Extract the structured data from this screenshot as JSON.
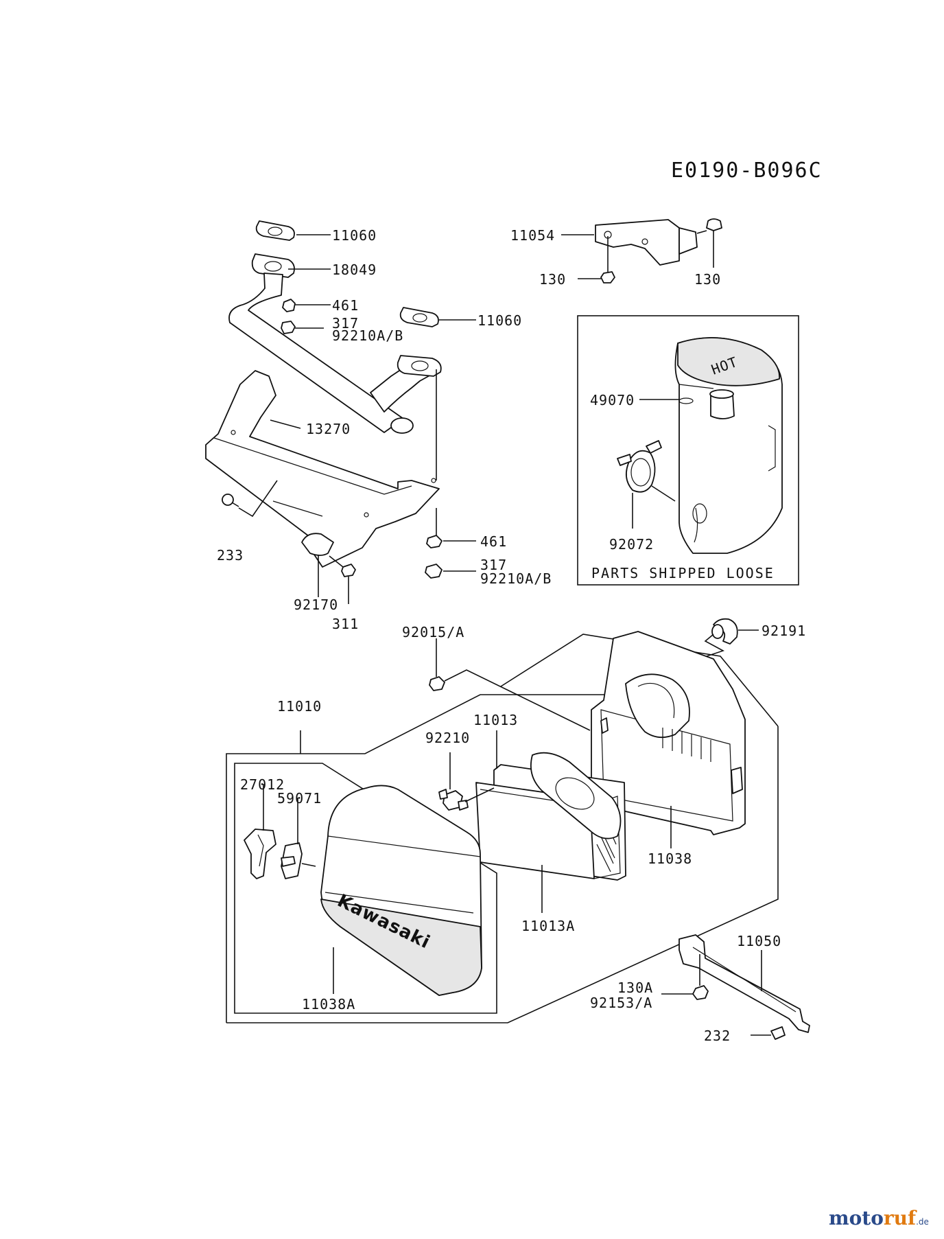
{
  "diagram_code": "E0190-B096C",
  "parts_box_caption": "PARTS SHIPPED LOOSE",
  "labels": {
    "p11060a": "11060",
    "p18049": "18049",
    "p461a": "461",
    "p317a": "317",
    "p92210ab_a": "92210A/B",
    "p11060b": "11060",
    "p13270": "13270",
    "p233": "233",
    "p92170": "92170",
    "p311": "311",
    "p461b": "461",
    "p317b": "317",
    "p92210ab_b": "92210A/B",
    "p11054": "11054",
    "p130a": "130",
    "p130b": "130",
    "p49070": "49070",
    "p92072": "92072",
    "p92191": "92191",
    "p92015a": "92015/A",
    "p11010": "11010",
    "p11013": "11013",
    "p92210": "92210",
    "p27012": "27012",
    "p59071": "59071",
    "p11038": "11038",
    "p11013a": "11013A",
    "p11038a": "11038A",
    "p11050": "11050",
    "p130aa": "130A",
    "p92153a": "92153/A",
    "p232": "232"
  },
  "cover_brand_text": "Kawasaki",
  "muffler_hot_text": "HOT",
  "watermark": {
    "main": "motoruf",
    "suffix": ".de"
  }
}
